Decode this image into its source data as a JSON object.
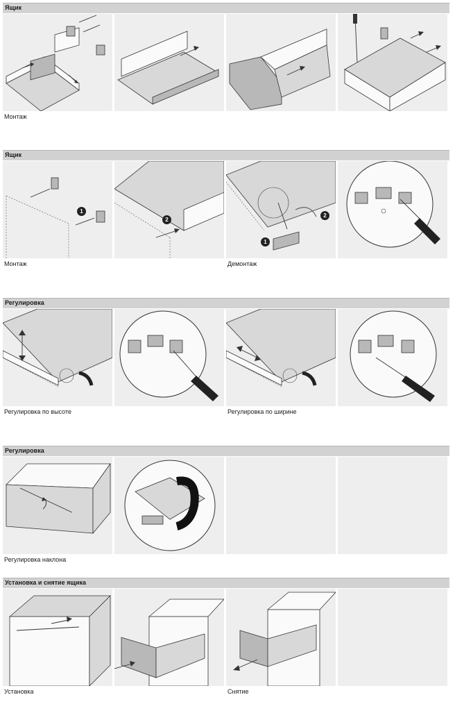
{
  "sections": [
    {
      "title": "Ящик",
      "captions": [
        "Монтаж"
      ]
    },
    {
      "title": "Ящик",
      "captions": [
        "Монтаж",
        "Демонтаж"
      ],
      "badges": [
        "1",
        "2",
        "2",
        "1"
      ]
    },
    {
      "title": "Регулировка",
      "captions": [
        "Регулировка по высоте",
        "Регулировка по ширине"
      ]
    },
    {
      "title": "Регулировка",
      "captions": [
        "Регулировка наклона"
      ]
    },
    {
      "title": "Установка и снятие ящика",
      "captions": [
        "Установка",
        "Снятие"
      ]
    }
  ]
}
